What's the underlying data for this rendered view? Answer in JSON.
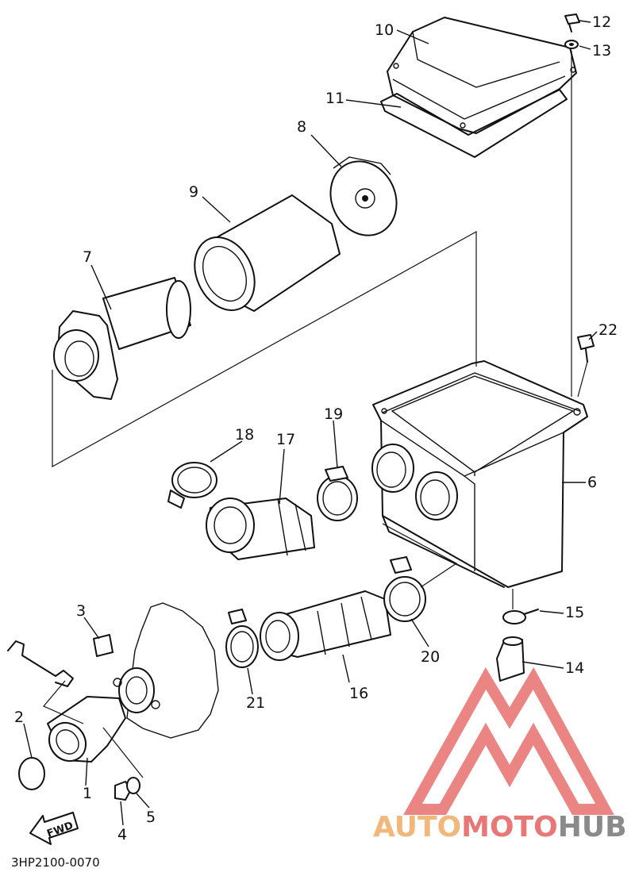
{
  "diagram_code": "3HP2100-0070",
  "fwd_label": "FWD",
  "watermark": {
    "auto": "AUTO",
    "moto": "MOTO",
    "hub": "HUB",
    "color_auto": "#f0b87a",
    "color_moto": "#e87878",
    "color_hub": "#8a8a8a",
    "logo_color": "#e8706e"
  },
  "callouts": [
    "1",
    "2",
    "3",
    "4",
    "5",
    "6",
    "7",
    "8",
    "9",
    "10",
    "11",
    "12",
    "13",
    "14",
    "15",
    "16",
    "17",
    "18",
    "19",
    "20",
    "21",
    "22"
  ]
}
